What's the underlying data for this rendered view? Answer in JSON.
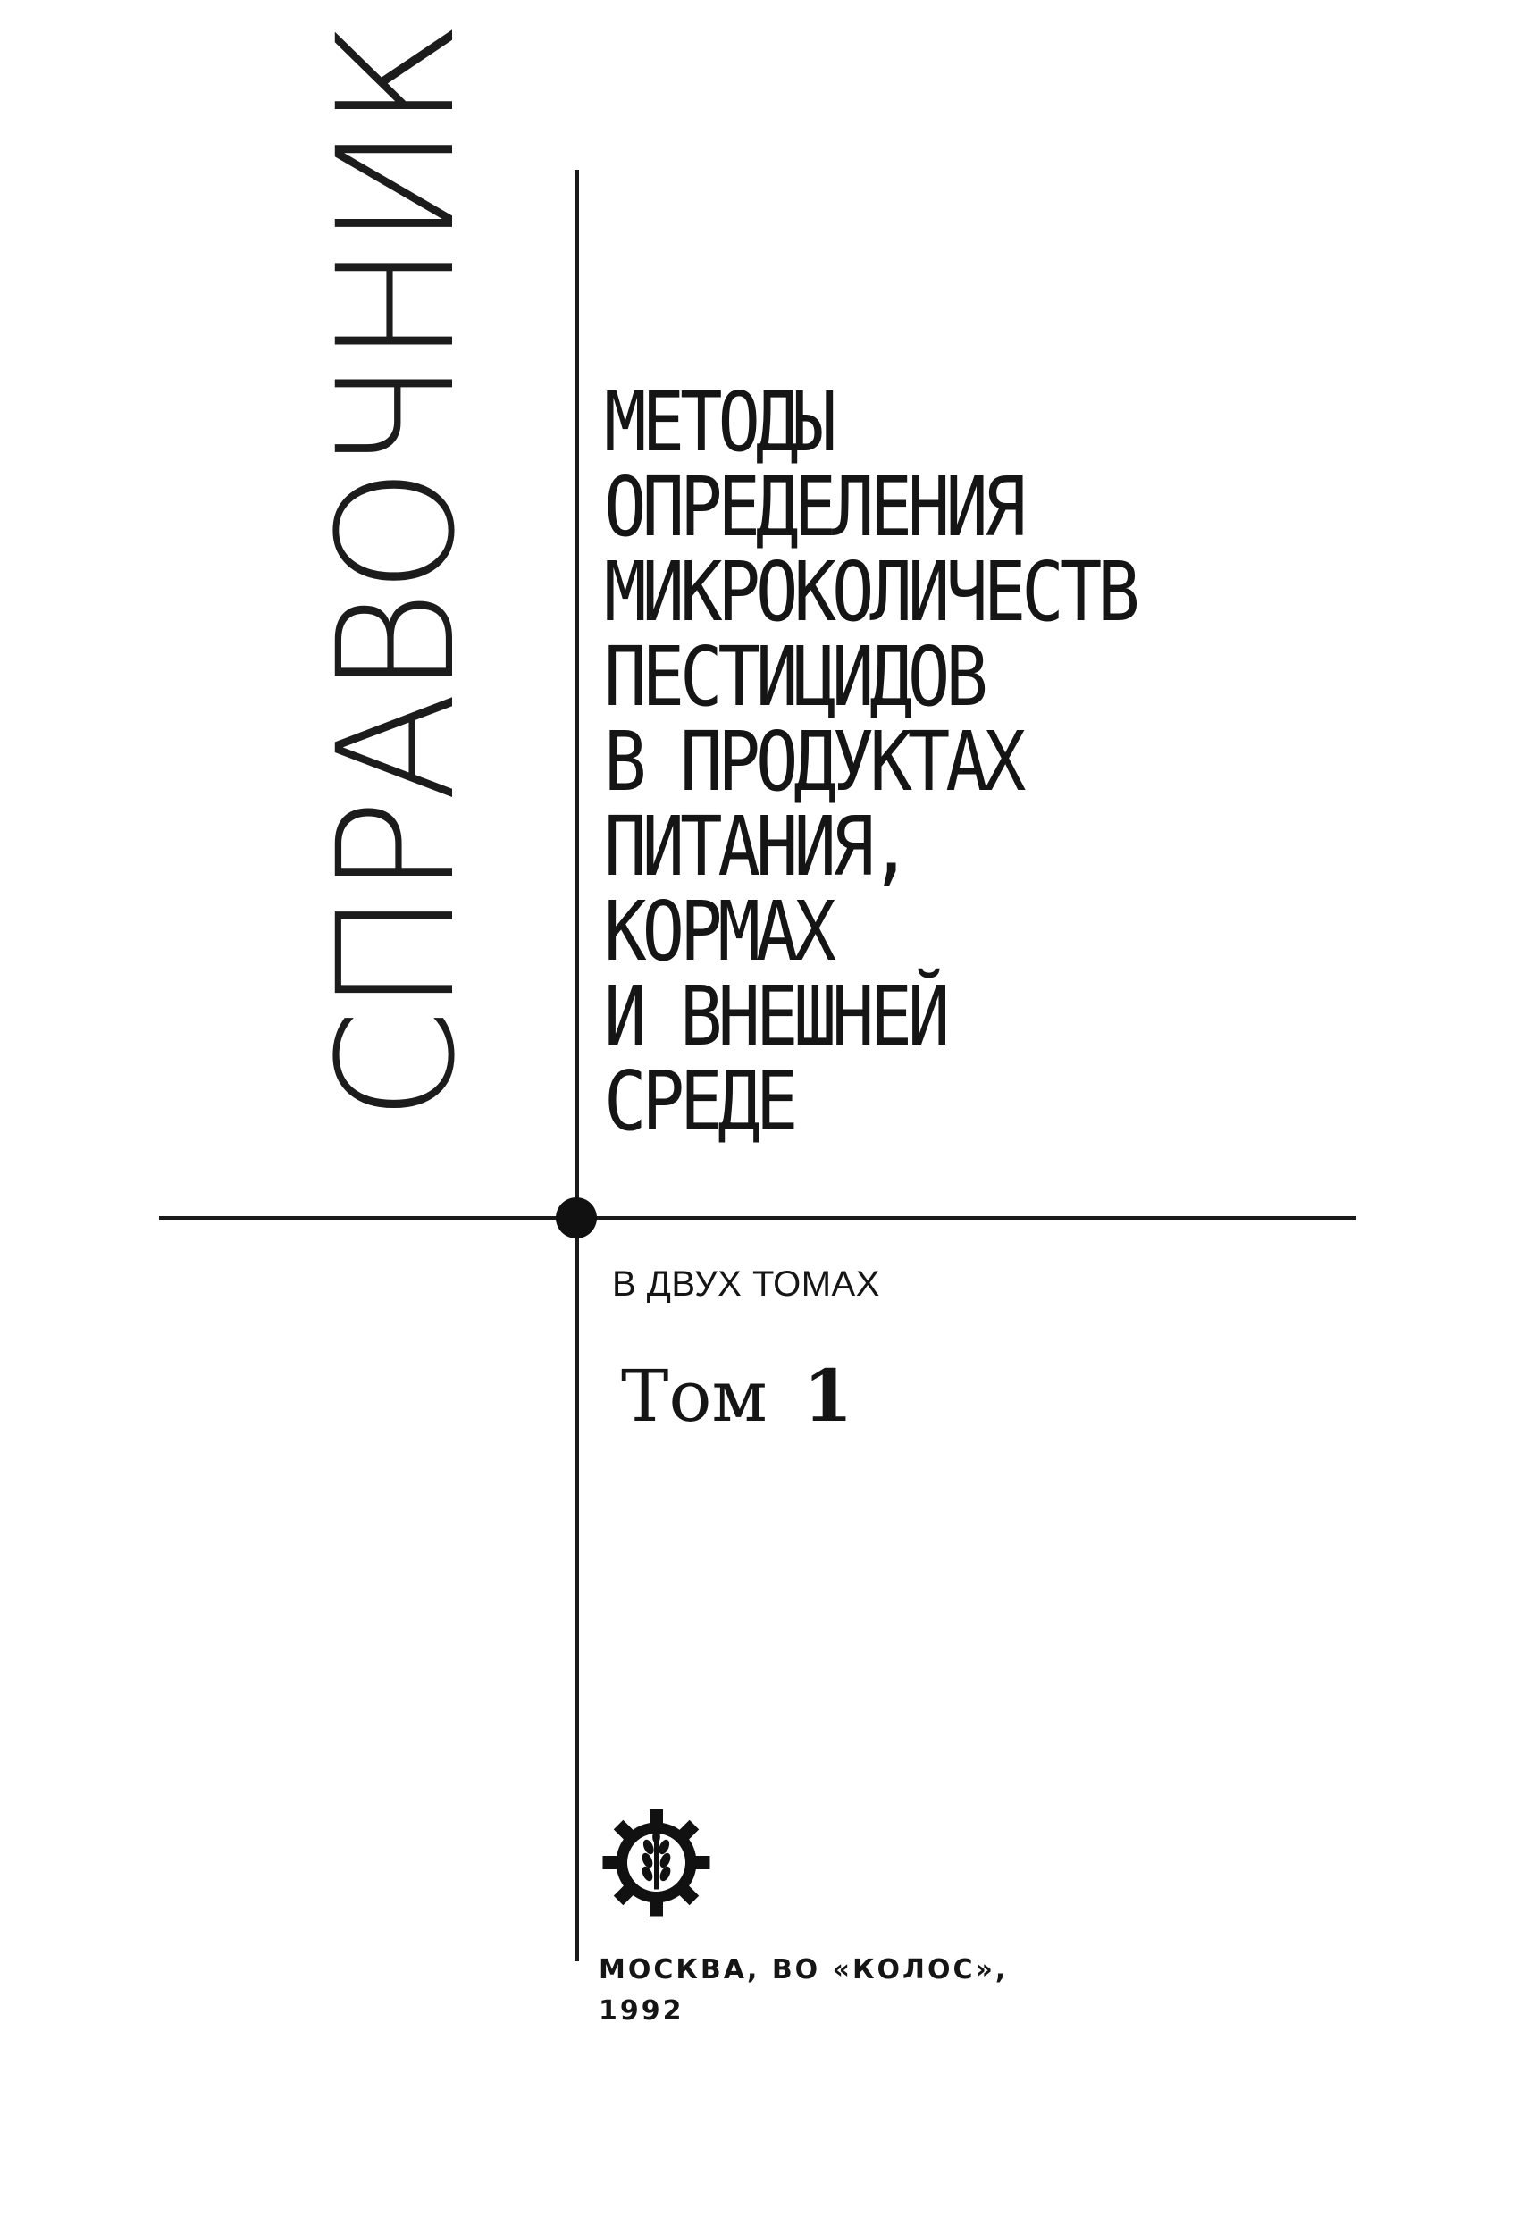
{
  "series_label": "СПРАВОЧНИК",
  "title_lines": [
    "МЕТОДЫ",
    "ОПРЕДЕЛЕНИЯ",
    "МИКРОКОЛИЧЕСТВ",
    "ПЕСТИЦИДОВ",
    "В ПРОДУКТАХ",
    "ПИТАНИЯ,",
    "КОРМАХ",
    "И ВНЕШНЕЙ",
    "СРЕДЕ"
  ],
  "volumes_note": "В ДВУХ ТОМАХ",
  "volume": {
    "label": "Том",
    "number": "1"
  },
  "publisher": {
    "line1": "МОСКВА, ВО «КОЛОС»,",
    "year": "1992"
  },
  "icons": {
    "publisher_logo": "gear-wheat-emblem-icon"
  }
}
